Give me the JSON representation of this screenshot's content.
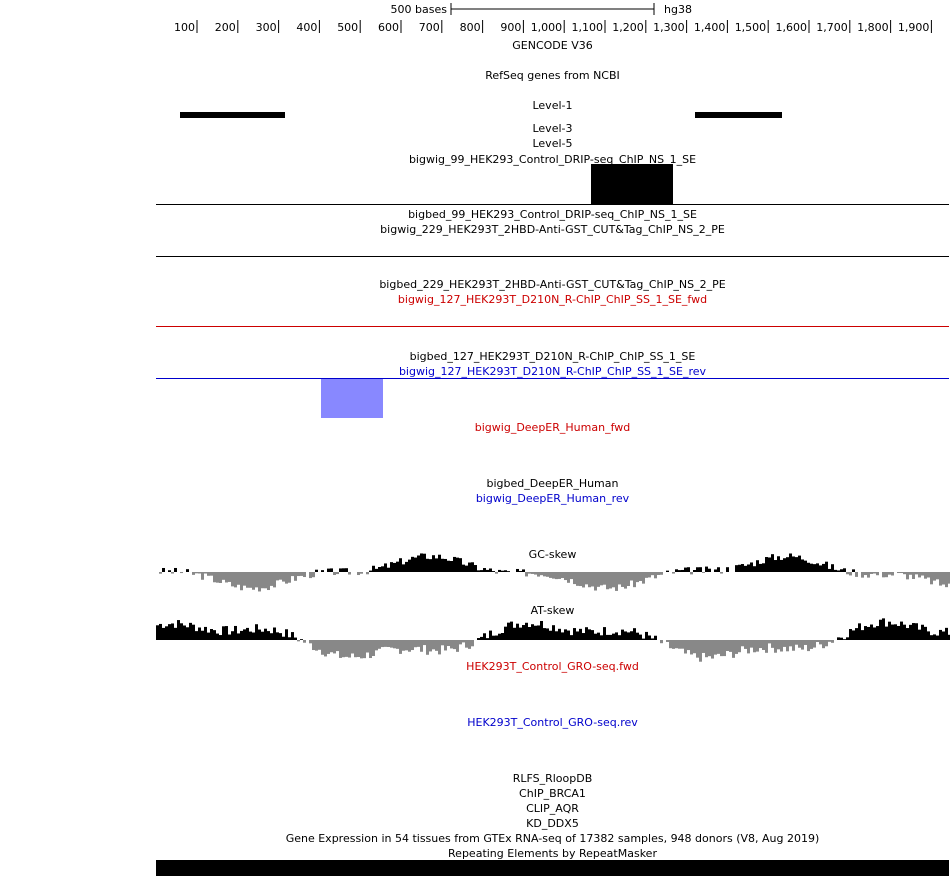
{
  "ruler": {
    "scale_label": "500 bases",
    "assembly": "hg38",
    "ticks": [
      "100",
      "200",
      "300",
      "400",
      "500",
      "600",
      "700",
      "800",
      "900",
      "1,000",
      "1,100",
      "1,200",
      "1,300",
      "1,400",
      "1,500",
      "1,600",
      "1,700",
      "1,800",
      "1,900"
    ]
  },
  "tracks": {
    "gencode": "GENCODE V36",
    "refseq": "RefSeq genes from NCBI",
    "level1": "Level-1",
    "level3": "Level-3",
    "level5": "Level-5",
    "bigwig_99": "bigwig_99_HEK293_Control_DRIP-seq_ChIP_NS_1_SE",
    "bigbed_99": "bigbed_99_HEK293_Control_DRIP-seq_ChIP_NS_1_SE",
    "bigwig_229": "bigwig_229_HEK293T_2HBD-Anti-GST_CUT&Tag_ChIP_NS_2_PE",
    "bigbed_229": "bigbed_229_HEK293T_2HBD-Anti-GST_CUT&Tag_ChIP_NS_2_PE",
    "bigwig_127_fwd": "bigwig_127_HEK293T_D210N_R-ChIP_ChIP_SS_1_SE_fwd",
    "bigbed_127": "bigbed_127_HEK293T_D210N_R-ChIP_ChIP_SS_1_SE",
    "bigwig_127_rev": "bigwig_127_HEK293T_D210N_R-ChIP_ChIP_SS_1_SE_rev",
    "deeper_fwd": "bigwig_DeepER_Human_fwd",
    "deeper_bed": "bigbed_DeepER_Human",
    "deeper_rev": "bigwig_DeepER_Human_rev",
    "gc_skew": "GC-skew",
    "at_skew": "AT-skew",
    "gro_fwd": "HEK293T_Control_GRO-seq.fwd",
    "gro_rev": "HEK293T_Control_GRO-seq.rev",
    "rlfs": "RLFS_RloopDB",
    "chip_brca1": "ChIP_BRCA1",
    "clip_aqr": "CLIP_AQR",
    "kd_ddx5": "KD_DDX5",
    "gtex": "Gene Expression in 54 tissues from GTEx RNA-seq of 17382 samples, 948 donors (V8, Aug 2019)",
    "repeatmasker": "Repeating Elements by RepeatMasker"
  },
  "colors": {
    "fwd_strand": "#cc0000",
    "rev_strand": "#0000cc",
    "rev_signal_fill": "#8888ff",
    "skew_negative": "#888888",
    "signal": "#000000"
  }
}
